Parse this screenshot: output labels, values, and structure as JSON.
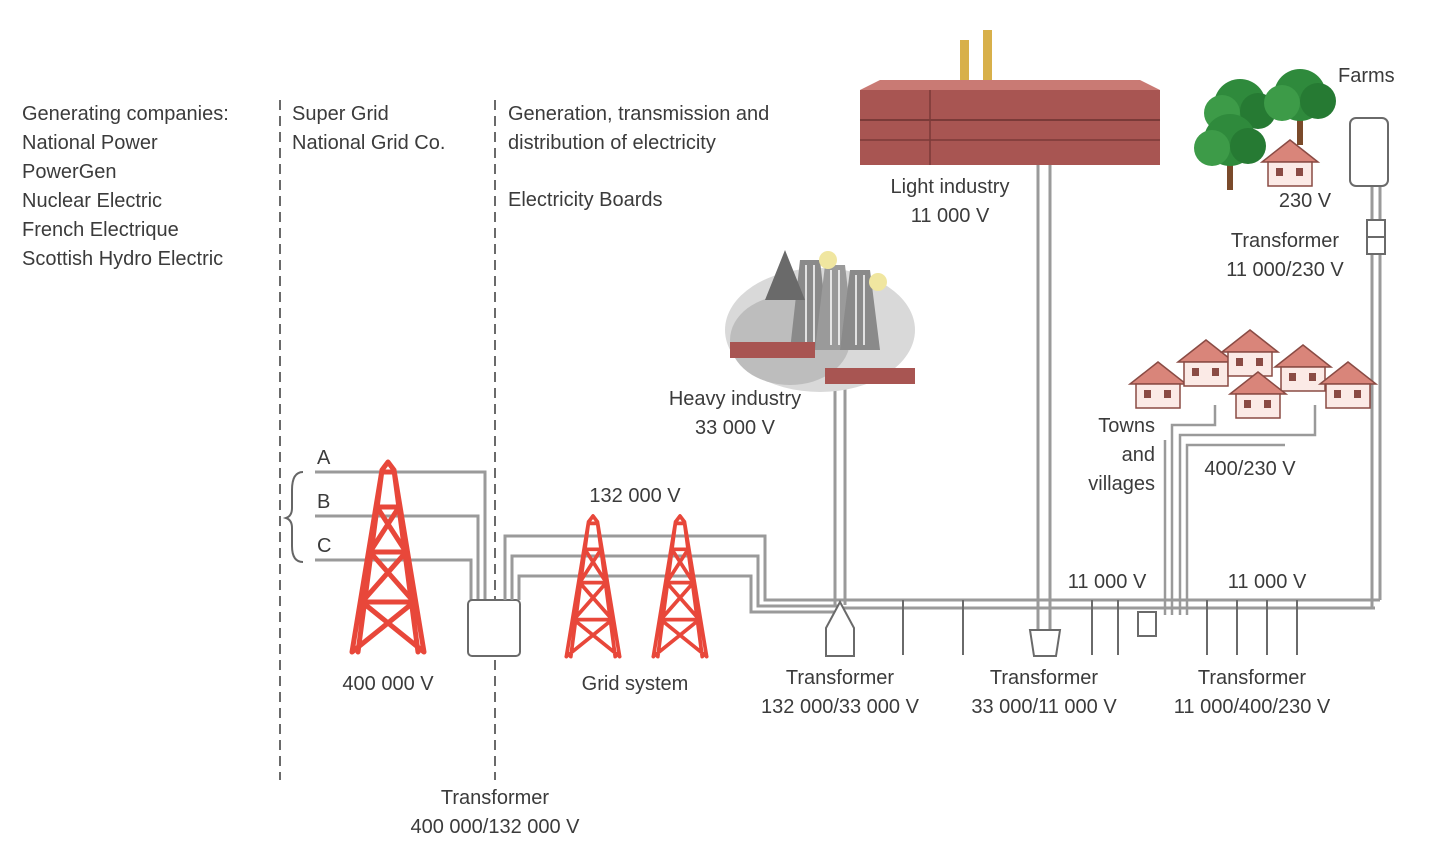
{
  "sections": {
    "generating": {
      "heading": "Generating companies:",
      "companies": [
        "National Power",
        "PowerGen",
        "Nuclear Electric",
        "French Electrique",
        "Scottish Hydro Electric"
      ]
    },
    "super_grid": {
      "line1": "Super Grid",
      "line2": "National Grid Co."
    },
    "distribution": {
      "line1": "Generation, transmission and",
      "line2": "distribution of electricity",
      "boards": "Electricity Boards"
    }
  },
  "phases": [
    "A",
    "B",
    "C"
  ],
  "labels": {
    "tower_voltage": "400 000 V",
    "grid_voltage": "132 000 V",
    "grid_system": "Grid system",
    "t1_title": "Transformer",
    "t1_ratio": "400 000/132 000 V",
    "t2_title": "Transformer",
    "t2_ratio": "132 000/33 000 V",
    "t3_title": "Transformer",
    "t3_ratio": "33 000/11 000 V",
    "t4_title": "Transformer",
    "t4_ratio": "11 000/400/230 V",
    "t5_title": "Transformer",
    "t5_ratio": "11 000/230 V",
    "heavy_title": "Heavy industry",
    "heavy_voltage": "33 000 V",
    "light_title": "Light industry",
    "light_voltage": "11 000 V",
    "farms": "Farms",
    "farm_voltage": "230 V",
    "towns_1": "Towns",
    "towns_2": "and",
    "towns_3": "villages",
    "towns_voltage": "400/230 V",
    "bus_11kv_a": "11 000 V",
    "bus_11kv_b": "11 000 V"
  },
  "colors": {
    "pylon": "#e8473a",
    "line": "#9a9a9a",
    "roof": "#d9857a",
    "factory": "#a85552",
    "tree": "#2f8a3c"
  }
}
